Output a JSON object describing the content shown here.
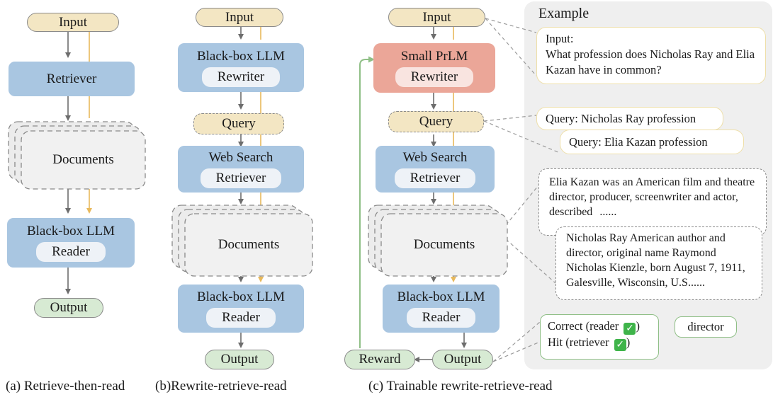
{
  "column_a": {
    "input": "Input",
    "retriever": "Retriever",
    "documents": "Documents",
    "reader_title": "Black-box LLM",
    "reader_sub": "Reader",
    "output": "Output",
    "caption": "(a) Retrieve-then-read"
  },
  "column_b": {
    "input": "Input",
    "rewriter_title": "Black-box LLM",
    "rewriter_sub": "Rewriter",
    "query": "Query",
    "retriever_title": "Web Search",
    "retriever_sub": "Retriever",
    "documents": "Documents",
    "reader_title": "Black-box LLM",
    "reader_sub": "Reader",
    "output": "Output",
    "caption": "(b)Rewrite-retrieve-read"
  },
  "column_c": {
    "input": "Input",
    "rewriter_title": "Small PrLM",
    "rewriter_sub": "Rewriter",
    "query": "Query",
    "retriever_title": "Web Search",
    "retriever_sub": "Retriever",
    "documents": "Documents",
    "reader_title": "Black-box LLM",
    "reader_sub": "Reader",
    "output": "Output",
    "reward": "Reward",
    "caption": "(c) Trainable rewrite-retrieve-read"
  },
  "example": {
    "title": "Example",
    "input_label": "Input:",
    "input_text": "What profession does Nicholas Ray and Elia Kazan have in common?",
    "query_1": "Query: Nicholas Ray profession",
    "query_2": "Query: Elia Kazan profession",
    "doc_1": "Elia Kazan was an American film and theatre director, producer, screenwriter and actor, described",
    "doc_1_ellipsis": "......",
    "doc_2": "Nicholas Ray American author and director, original name Raymond Nicholas Kienzle, born August 7, 1911, Galesville, Wisconsin, U.S......",
    "correct": "Correct (reader",
    "hit": "Hit (retriever",
    "close_paren": ")",
    "check_icon": "check-mark-icon",
    "answer": "director"
  },
  "colors": {
    "input_fill": "#f3e6c3",
    "output_fill": "#d7ead3",
    "module_blue": "#a9c6e1",
    "module_red": "#eba698",
    "arrow_gray": "#6d6d6d",
    "arrow_gold": "#e8b95c",
    "reward_green": "#8fbf86",
    "panel_gray": "#efefef"
  }
}
